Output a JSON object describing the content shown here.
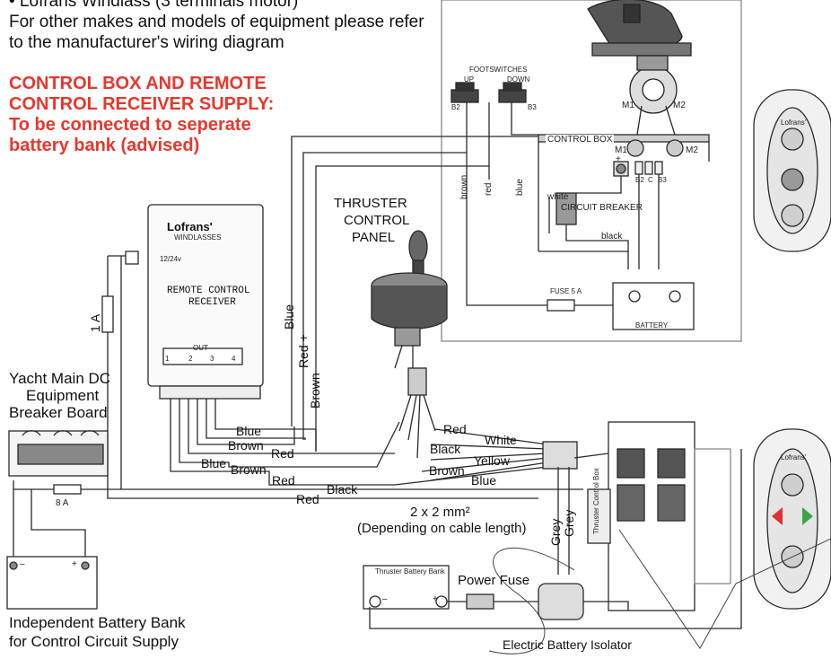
{
  "intro": {
    "bullet": "• Lofrans Windlass (3 terminals motor)",
    "line1": "For other makes and models of equipment please refer",
    "line2": "to the manufacturer's wiring diagram"
  },
  "heading": {
    "line1": "CONTROL BOX AND REMOTE",
    "line2": "CONTROL RECEIVER SUPPLY:",
    "line3": "To be connected to seperate",
    "line4": "battery bank (advised)"
  },
  "receiver": {
    "brand": "Lofrans'",
    "sub": "WINDLASSES",
    "voltage": "12/24v",
    "title1": "REMOTE CONTROL",
    "title2": "RECEIVER",
    "out": "OUT",
    "ch1": "1",
    "ch2": "2",
    "ch3": "3",
    "ch4": "4"
  },
  "thruster_panel": {
    "line1": "THRUSTER",
    "line2": "CONTROL",
    "line3": "PANEL"
  },
  "windlass": {
    "footswitches": "FOOTSWITCHES",
    "up": "UP",
    "down": "DOWN",
    "b2": "B2",
    "b3": "B3",
    "m1": "M1",
    "m2": "M2",
    "control_box": "CONTROL BOX",
    "cb_m1": "M1",
    "cb_m2": "M2",
    "plus": "+",
    "cb_b2": "B2",
    "cb_c": "C",
    "cb_b3": "B3",
    "brown": "brown",
    "red": "red",
    "blue": "blue",
    "white": "white",
    "circuit_breaker": "CIRCUIT BREAKER",
    "black": "black",
    "fuse": "FUSE 5 A",
    "battery": "BATTERY"
  },
  "wires": {
    "fuse_1a": "1 A",
    "blue_v": "Blue",
    "red_v": "Red +",
    "brown_v": "Brown",
    "blue1": "Blue",
    "brown1": "Brown",
    "red1": "Red",
    "blue2": "Blue",
    "brown2": "Brown",
    "red2": "Red",
    "black": "Black",
    "red3": "Red",
    "t_red": "Red",
    "t_white": "White",
    "t_black": "Black",
    "t_yellow": "Yellow",
    "t_brown": "Brown",
    "t_blue": "Blue",
    "cable1": "2 x 2 mm²",
    "cable2": "(Depending on cable length)",
    "grey1": "Grey",
    "grey2": "Grey",
    "fuse_8a": "8 A"
  },
  "breaker_board": {
    "line1": "Yacht Main DC",
    "line2": "Equipment",
    "line3": "Breaker Board"
  },
  "battery_bank": {
    "line1": "Independent Battery Bank",
    "line2": "for Control Circuit Supply",
    "minus": "–",
    "plus": "+"
  },
  "thruster": {
    "box": "Thruster Control Box",
    "battery_bank": "Thruster Battery Bank",
    "power_fuse": "Power Fuse",
    "isolator": "Electric Battery Isolator",
    "minus": "–",
    "plus": "+"
  },
  "remotes": {
    "brand1": "Lofrans'",
    "brand2": "Lofrans'"
  },
  "colors": {
    "heading_red": "#e8372d",
    "arrow_red": "#e03030",
    "arrow_green": "#3aa64a",
    "line": "#2a2a2a"
  }
}
